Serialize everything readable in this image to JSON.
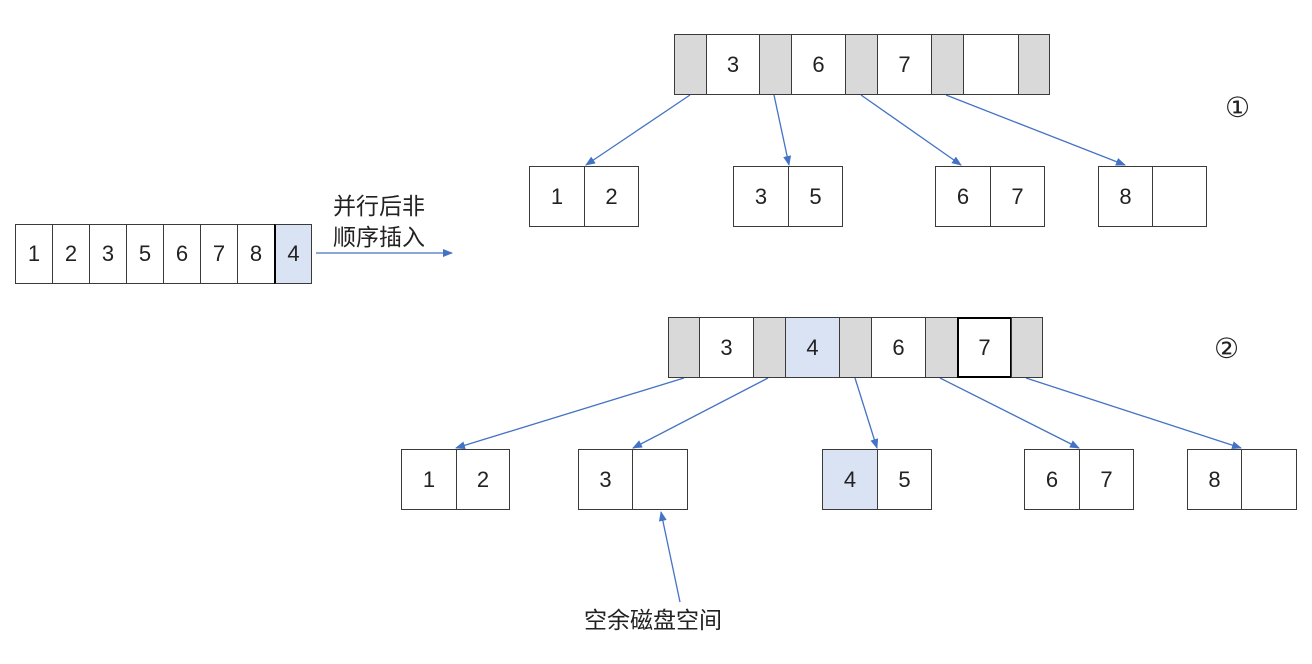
{
  "sequence": [
    "1",
    "2",
    "3",
    "5",
    "6",
    "7",
    "8",
    "4"
  ],
  "insert_label_line1": "并行后非",
  "insert_label_line2": "顺序插入",
  "diagram1": {
    "marker": "①",
    "root_keys": [
      "3",
      "6",
      "7",
      ""
    ],
    "leaves": [
      [
        "1",
        "2"
      ],
      [
        "3",
        "5"
      ],
      [
        "6",
        "7"
      ],
      [
        "8",
        ""
      ]
    ]
  },
  "diagram2": {
    "marker": "②",
    "root_keys": [
      "3",
      "4",
      "6",
      "7"
    ],
    "leaves": [
      [
        "1",
        "2"
      ],
      [
        "3",
        ""
      ],
      [
        "4",
        "5"
      ],
      [
        "6",
        "7"
      ],
      [
        "8",
        ""
      ]
    ]
  },
  "free_space_label": "空余磁盘空间",
  "colors": {
    "arrow": "#4472c4",
    "pointer_cell": "#d9d9d9",
    "highlight": "#dae3f3"
  }
}
